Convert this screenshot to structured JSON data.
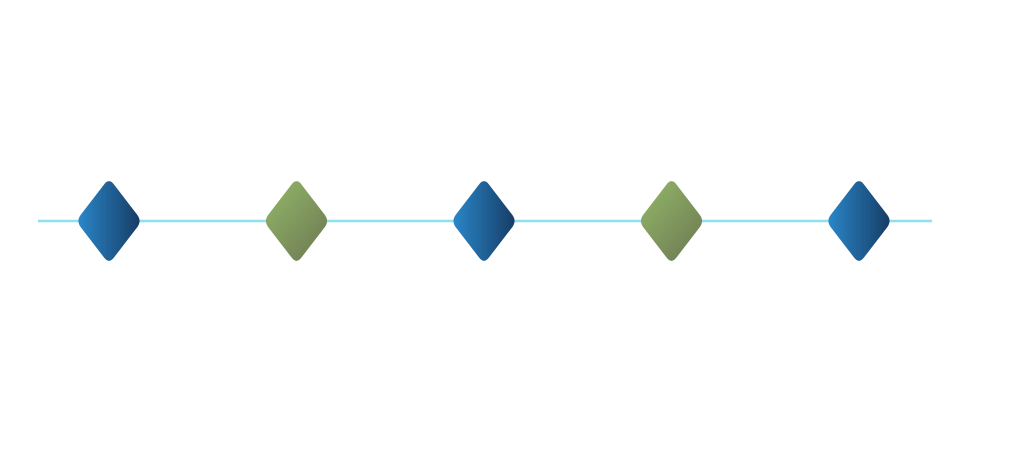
{
  "timeline": {
    "line_color": "#8ee0f0",
    "markers": [
      {
        "id": "marker-1",
        "style": "blue"
      },
      {
        "id": "marker-2",
        "style": "green"
      },
      {
        "id": "marker-3",
        "style": "blue"
      },
      {
        "id": "marker-4",
        "style": "green"
      },
      {
        "id": "marker-5",
        "style": "blue"
      }
    ],
    "styles": {
      "blue": {
        "from": "#2a86c8",
        "to": "#163d66"
      },
      "green": {
        "from": "#93b869",
        "to": "#6e7a53"
      }
    }
  }
}
